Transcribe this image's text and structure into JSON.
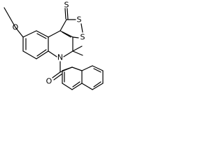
{
  "molecule": {
    "atoms": {
      "thione_sulfur": "S",
      "ring_sulfur_upper": "S",
      "ring_sulfur_lower": "S",
      "ether_oxygen": "O",
      "carbonyl_oxygen": "O",
      "amide_nitrogen": "N"
    }
  },
  "colors": {
    "bond": "#000000",
    "label": "#000000",
    "background": "#ffffff"
  }
}
